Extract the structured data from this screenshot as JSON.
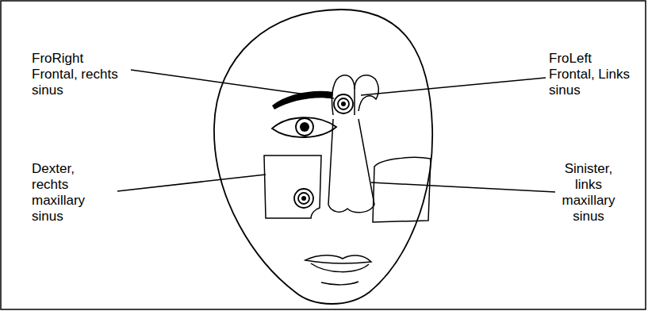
{
  "diagram": {
    "labels": [
      "FroRight Frontal, rechts sinus",
      "FroLeft Frontal, Links sinus",
      "Dexter, rechts maxillary sinus",
      "Sinister, links maxillary sinus"
    ]
  }
}
